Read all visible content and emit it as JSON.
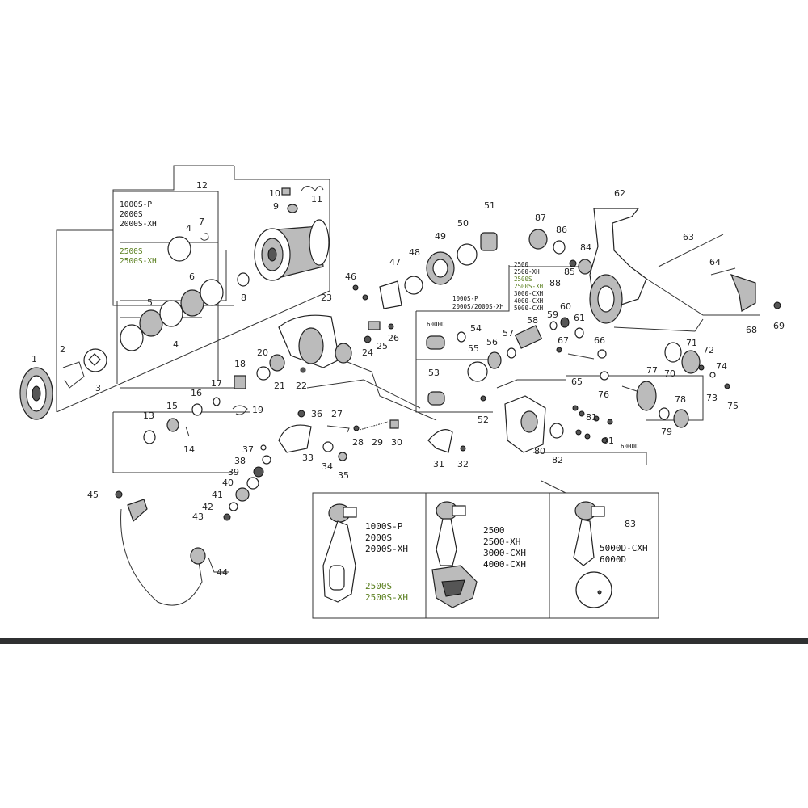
{
  "parts": {
    "p1": "1",
    "p2": "2",
    "p3": "3",
    "p4a": "4",
    "p4b": "4",
    "p5": "5",
    "p6": "6",
    "p7": "7",
    "p8": "8",
    "p9": "9",
    "p10": "10",
    "p11": "11",
    "p12": "12",
    "p13": "13",
    "p14": "14",
    "p15": "15",
    "p16": "16",
    "p17": "17",
    "p18": "18",
    "p19": "19",
    "p20": "20",
    "p21": "21",
    "p22": "22",
    "p23": "23",
    "p24": "24",
    "p25": "25",
    "p26": "26",
    "p27": "27",
    "p28": "28",
    "p29": "29",
    "p30": "30",
    "p31": "31",
    "p32": "32",
    "p33": "33",
    "p34": "34",
    "p35": "35",
    "p36": "36",
    "p37": "37",
    "p38": "38",
    "p39": "39",
    "p40": "40",
    "p41": "41",
    "p42": "42",
    "p43": "43",
    "p44": "44",
    "p45": "45",
    "p46": "46",
    "p47": "47",
    "p48": "48",
    "p49": "49",
    "p50": "50",
    "p51": "51",
    "p52": "52",
    "p53": "53",
    "p54": "54",
    "p55": "55",
    "p56": "56",
    "p57": "57",
    "p58": "58",
    "p59": "59",
    "p60": "60",
    "p61": "61",
    "p62": "62",
    "p63": "63",
    "p64": "64",
    "p65": "65",
    "p66": "66",
    "p67": "67",
    "p68": "68",
    "p69": "69",
    "p70": "70",
    "p71": "71",
    "p72": "72",
    "p73": "73",
    "p74": "74",
    "p75": "75",
    "p76": "76",
    "p77": "77",
    "p78": "78",
    "p79": "79",
    "p80": "80",
    "p81": "81",
    "p82": "82",
    "p83": "83",
    "p84": "84",
    "p85": "85",
    "p86": "86",
    "p87": "87",
    "p88": "88",
    "p01": "01"
  },
  "spool_models": {
    "line1": "1000S-P",
    "line2": "2000S",
    "line3": "2000S-XH",
    "line4": "2500S",
    "line5": "2500S-XH"
  },
  "gear_models": {
    "line1": "1000S-P",
    "line2": "2000S/2000S-XH",
    "line3": "6000D"
  },
  "shaft_models": {
    "line1": "2500",
    "line2": "2500-XH",
    "line3": "2500S",
    "line4": "2500S-XH",
    "line5": "3000-CXH",
    "line6": "4000-CXH",
    "line7": "5000-CXH"
  },
  "bolt_note": "6000D",
  "handles": {
    "h1": {
      "l1": "1000S-P",
      "l2": "2000S",
      "l3": "2000S-XH",
      "l4": "2500S",
      "l5": "2500S-XH"
    },
    "h2": {
      "l1": "2500",
      "l2": "2500-XH",
      "l3": "3000-CXH",
      "l4": "4000-CXH"
    },
    "h3": {
      "l1": "5000D-CXH",
      "l2": "6000D"
    }
  },
  "colors": {
    "ink": "#222222",
    "green_text": "#5a7f1f",
    "bar": "#2f3031"
  }
}
